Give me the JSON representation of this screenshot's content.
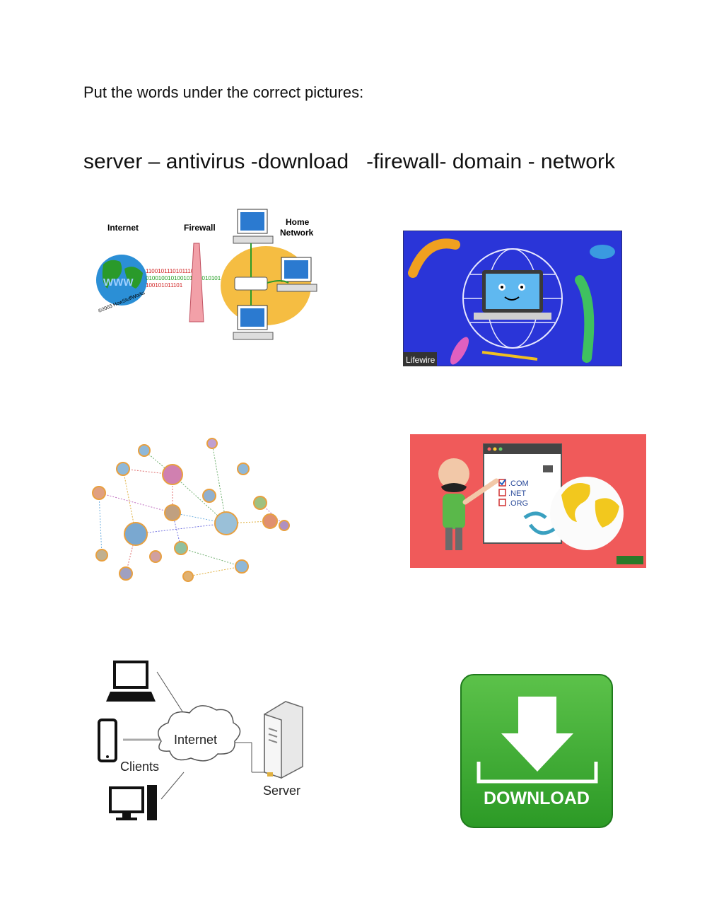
{
  "instruction": "Put the words under the correct pictures:",
  "word_bank": "server – antivirus -download   -firewall- domain - network",
  "pictures": {
    "firewall": {
      "label_internet": "Internet",
      "label_firewall": "Firewall",
      "label_home": "Home",
      "label_network": "Network",
      "binary_top": "11001011101011101",
      "binary_mid": "010010010100101011010101",
      "binary_bot": "100101011101",
      "www": "WWW",
      "copyright": "©2003 HowStuffWorks"
    },
    "antivirus": {
      "watermark": "Lifewire"
    },
    "network": {},
    "domain": {
      "tld_1": ".COM",
      "tld_2": ".NET",
      "tld_3": ".ORG"
    },
    "server": {
      "label_internet": "Internet",
      "label_clients": "Clients",
      "label_server": "Server"
    },
    "download": {
      "label": "DOWNLOAD"
    }
  },
  "colors": {
    "download_green": "#3aa52f",
    "domain_bg": "#f05a5a",
    "antivirus_bg": "#2a35d8"
  }
}
